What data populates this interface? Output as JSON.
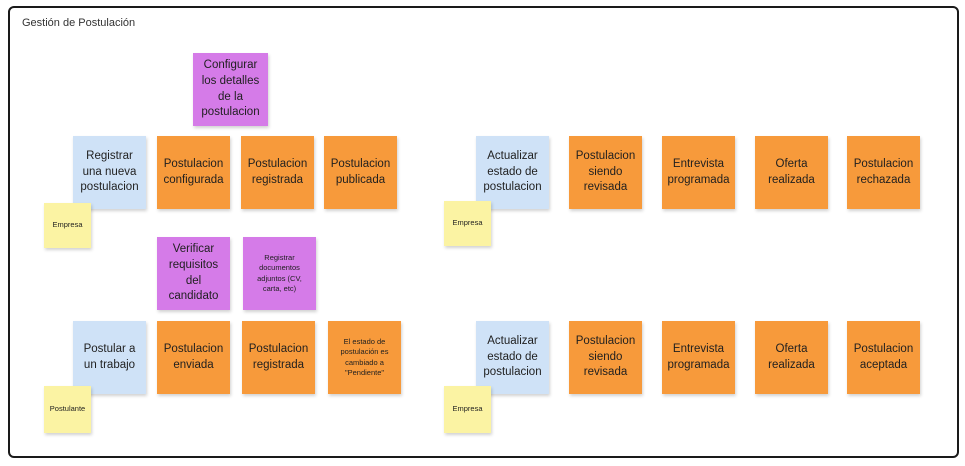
{
  "title": "Gestión de Postulación",
  "colors": {
    "event": "#F79A3B",
    "command": "#CFE2F7",
    "policy": "#D57BE8",
    "actor": "#FBF3A3"
  },
  "flow1": {
    "policy": "Configurar los detalles de la postulacion",
    "command": "Registrar una nueva postulacion",
    "actor": "Empresa",
    "events": [
      "Postulacion configurada",
      "Postulacion registrada",
      "Postulacion publicada"
    ]
  },
  "flow2": {
    "command": "Actualizar estado de postulacion",
    "actor": "Empresa",
    "events": [
      "Postulacion siendo revisada",
      "Entrevista programada",
      "Oferta realizada",
      "Postulacion rechazada"
    ]
  },
  "flow3": {
    "policies": [
      "Verificar requisitos del candidato",
      "Registrar documentos adjuntos (CV, carta, etc)"
    ],
    "command": "Postular a un trabajo",
    "actor": "Postulante",
    "events": [
      "Postulacion enviada",
      "Postulacion registrada",
      "El estado de postulación es cambiado a \"Pendiente\""
    ]
  },
  "flow4": {
    "command": "Actualizar estado de postulacion",
    "actor": "Empresa",
    "events": [
      "Postulacion siendo revisada",
      "Entrevista programada",
      "Oferta realizada",
      "Postulacion aceptada"
    ]
  }
}
